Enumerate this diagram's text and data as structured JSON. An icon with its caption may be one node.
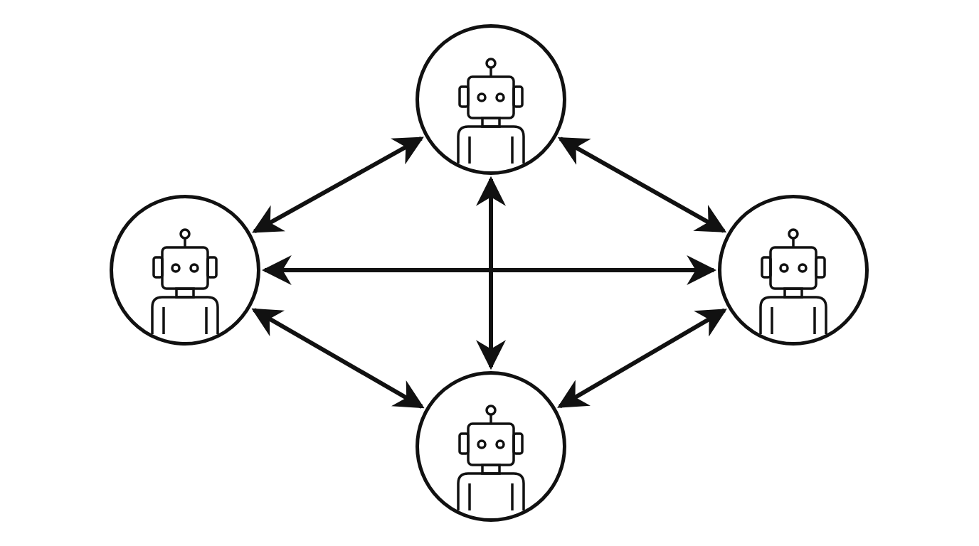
{
  "diagram": {
    "nodes": [
      {
        "text": [],
        "shape": "circle"
      },
      {
        "text": [],
        "shape": "circle"
      },
      {
        "text": [],
        "shape": "circle"
      },
      {
        "text": [],
        "shape": "circle"
      }
    ],
    "edges": [
      {
        "from": 0,
        "to": 1,
        "arrow": "both"
      },
      {
        "from": 0,
        "to": 2,
        "arrow": "both"
      },
      {
        "from": 1,
        "to": 2,
        "arrow": "both"
      },
      {
        "from": 0,
        "to": 3,
        "arrow": "both"
      },
      {
        "from": 1,
        "to": 3,
        "arrow": "both"
      },
      {
        "from": 2,
        "to": 3,
        "arrow": "both"
      }
    ]
  }
}
